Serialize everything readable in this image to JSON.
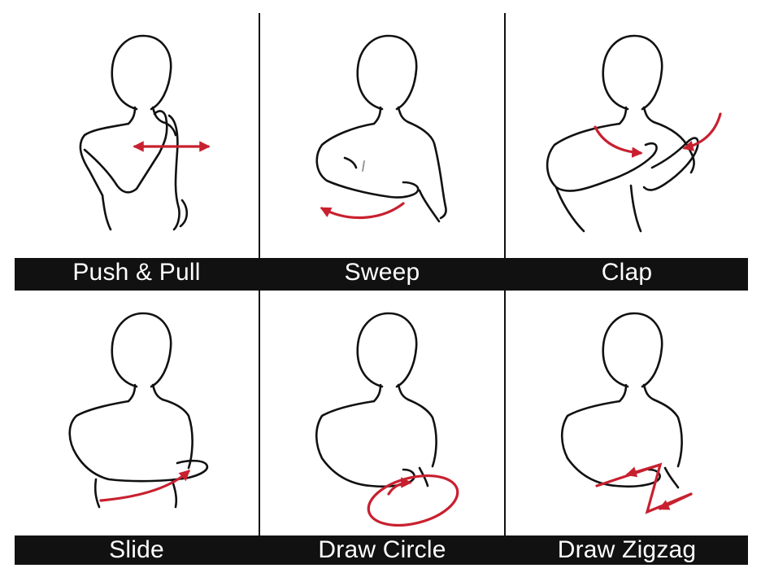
{
  "accent_color": "#c8202f",
  "gestures": [
    {
      "label": "Push & Pull",
      "icon": "push-pull-gesture-icon"
    },
    {
      "label": "Sweep",
      "icon": "sweep-gesture-icon"
    },
    {
      "label": "Clap",
      "icon": "clap-gesture-icon"
    },
    {
      "label": "Slide",
      "icon": "slide-gesture-icon"
    },
    {
      "label": "Draw Circle",
      "icon": "draw-circle-gesture-icon"
    },
    {
      "label": "Draw Zigzag",
      "icon": "draw-zigzag-gesture-icon"
    }
  ]
}
